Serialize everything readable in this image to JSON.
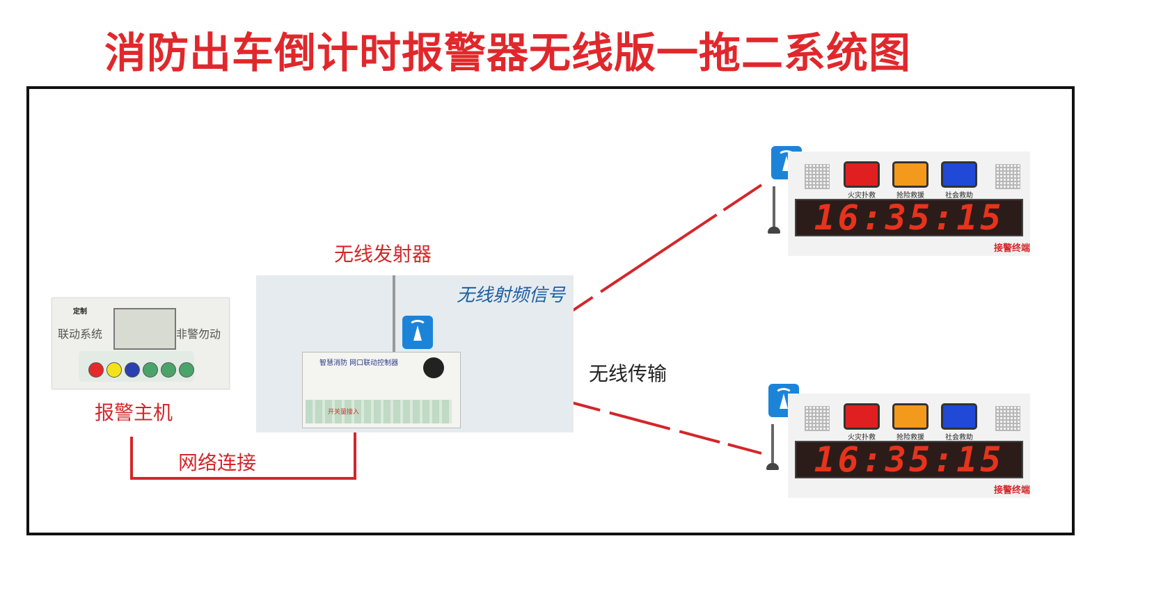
{
  "title": "消防出车倒计时报警器无线版一拖二系统图",
  "labels": {
    "transmitter": "无线发射器",
    "rf_signal": "无线射频信号",
    "transmission": "无线传输",
    "host": "报警主机",
    "network": "网络连接"
  },
  "host_panel": {
    "tag": "定制",
    "left_text": "联动系统",
    "right_text": "非警勿动"
  },
  "transmitter_board": {
    "title": "智慧消防 网口联动控制器",
    "open_text": "开关量接入"
  },
  "terminals": [
    {
      "lights": [
        "火灾扑救",
        "抢险救援",
        "社会救助"
      ],
      "light_colors": [
        "#e02020",
        "#f39a1c",
        "#1f49d6"
      ],
      "time": "16:35:15",
      "caption": "接警终端"
    },
    {
      "lights": [
        "火灾扑救",
        "抢险救援",
        "社会救助"
      ],
      "light_colors": [
        "#e02020",
        "#f39a1c",
        "#1f49d6"
      ],
      "time": "16:35:15",
      "caption": "接警终端"
    }
  ],
  "colors": {
    "title": "#e0282c",
    "link_line": "#d3262a",
    "wifi_tile": "#1c84d8"
  }
}
